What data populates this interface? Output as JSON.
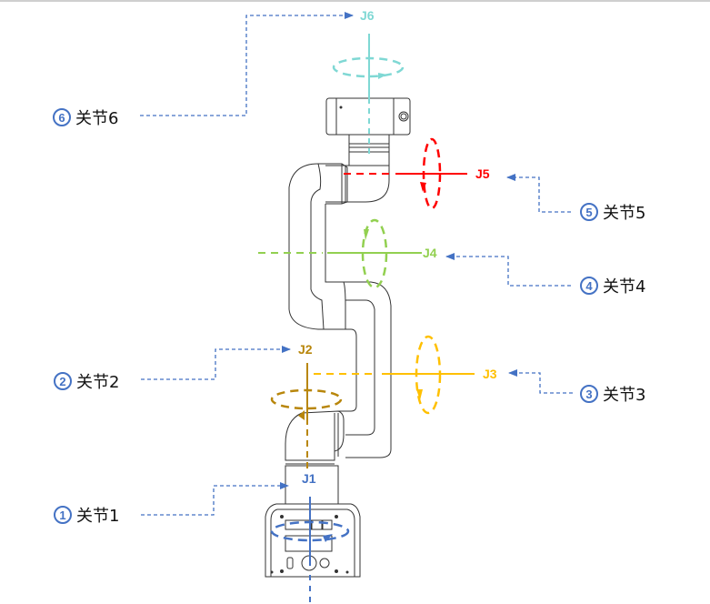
{
  "diagram": {
    "leader_color": "#4472c4",
    "joints": [
      {
        "id": "J1",
        "axis_label": "J1",
        "callout_number": "1",
        "callout_text": "关节1",
        "color": "#4472c4"
      },
      {
        "id": "J2",
        "axis_label": "J2",
        "callout_number": "2",
        "callout_text": "关节2",
        "color": "#b8860b"
      },
      {
        "id": "J3",
        "axis_label": "J3",
        "callout_number": "3",
        "callout_text": "关节3",
        "color": "#ffc000"
      },
      {
        "id": "J4",
        "axis_label": "J4",
        "callout_number": "4",
        "callout_text": "关节4",
        "color": "#92d050"
      },
      {
        "id": "J5",
        "axis_label": "J5",
        "callout_number": "5",
        "callout_text": "关节5",
        "color": "#ff0000"
      },
      {
        "id": "J6",
        "axis_label": "J6",
        "callout_number": "6",
        "callout_text": "关节6",
        "color": "#7fd8d4"
      }
    ]
  }
}
